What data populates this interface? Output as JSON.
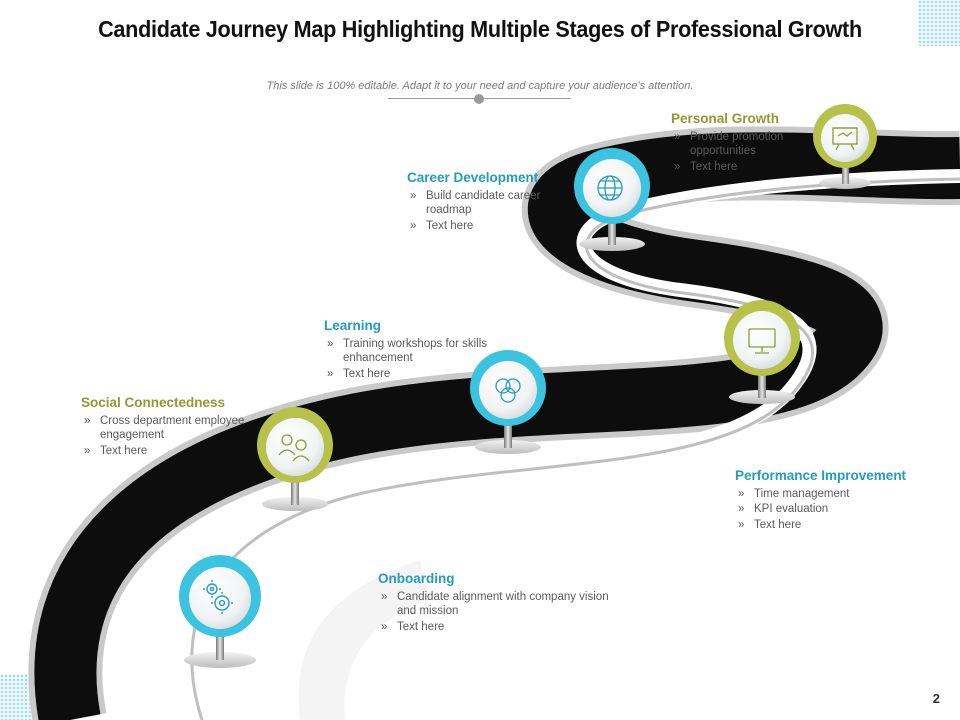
{
  "title": "Candidate Journey Map Highlighting Multiple Stages of Professional Growth",
  "subtitle": "This slide is 100% editable. Adapt it to your need and capture your audience’s attention.",
  "page_number": "2",
  "colors": {
    "teal": "#239cbf",
    "olive": "#8f9b30",
    "teal_ring": "#3cc3df",
    "olive_ring": "#b7c24a",
    "road": "#0d0d0d"
  },
  "stages": [
    {
      "id": "onboarding",
      "heading": "Onboarding",
      "color": "teal",
      "icon": "gears-icon",
      "bullets": [
        "Candidate alignment with company vision and mission",
        "Text here"
      ]
    },
    {
      "id": "social",
      "heading": "Social Connectedness",
      "color": "olive",
      "icon": "people-icon",
      "bullets": [
        "Cross department employee engagement",
        "Text here"
      ]
    },
    {
      "id": "learning",
      "heading": "Learning",
      "color": "teal",
      "icon": "venn-circles-icon",
      "bullets": [
        "Training workshops for skills enhancement",
        "Text here"
      ]
    },
    {
      "id": "performance",
      "heading": "Performance Improvement",
      "color": "teal",
      "icon": "monitor-icon",
      "bullets": [
        "Time management",
        "KPI evaluation",
        "Text here"
      ]
    },
    {
      "id": "career",
      "heading": "Career Development",
      "color": "teal",
      "icon": "globe-icon",
      "bullets": [
        "Build candidate career roadmap",
        "Text here"
      ]
    },
    {
      "id": "personal",
      "heading": "Personal Growth",
      "color": "olive",
      "icon": "presentation-board-icon",
      "bullets": [
        "Provide promotion opportunities",
        "Text here"
      ]
    }
  ]
}
